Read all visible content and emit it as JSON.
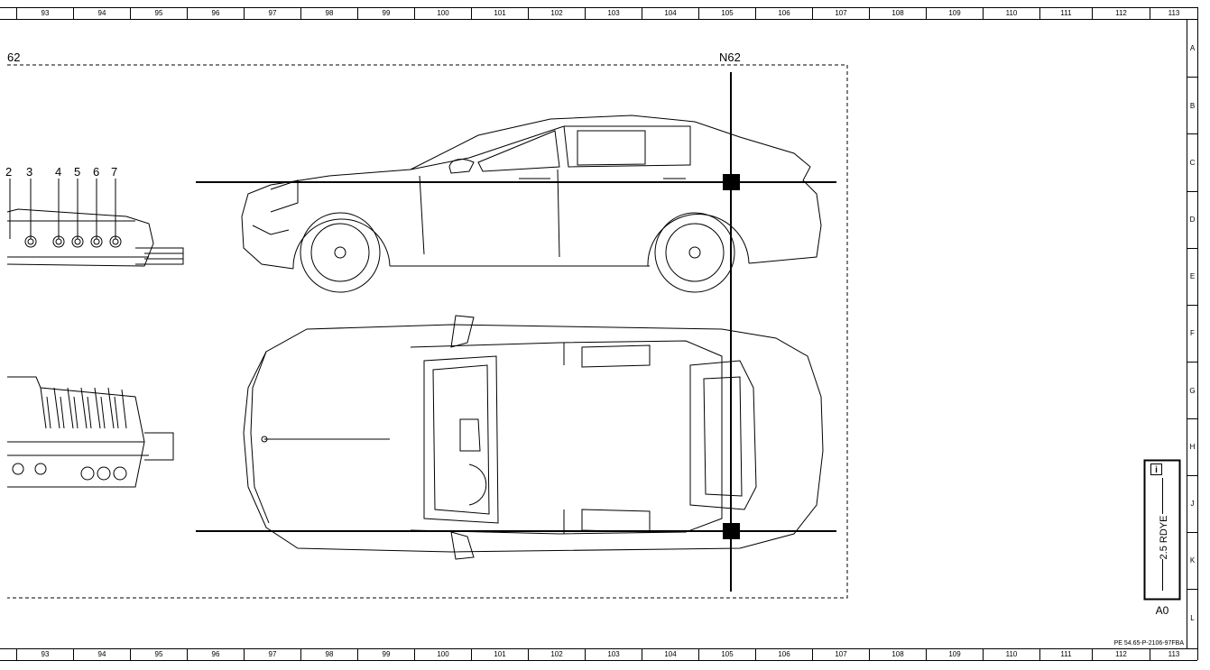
{
  "ruler": {
    "columns": [
      "93",
      "94",
      "95",
      "96",
      "97",
      "98",
      "99",
      "100",
      "101",
      "102",
      "103",
      "104",
      "105",
      "106",
      "107",
      "108",
      "109",
      "110",
      "111",
      "112",
      "113"
    ],
    "rows": [
      "A",
      "B",
      "C",
      "D",
      "E",
      "F",
      "G",
      "H",
      "J",
      "K",
      "L"
    ]
  },
  "labels": {
    "left_connector_ref": "62",
    "ground_ref": "N62",
    "pin_numbers": [
      "2",
      "3",
      "4",
      "5",
      "6",
      "7"
    ],
    "wire_spec": "2.5 RDYE",
    "info_icon": "i",
    "location": "A0",
    "doc_number": "PE 54.65-P-2106-97FBA"
  }
}
